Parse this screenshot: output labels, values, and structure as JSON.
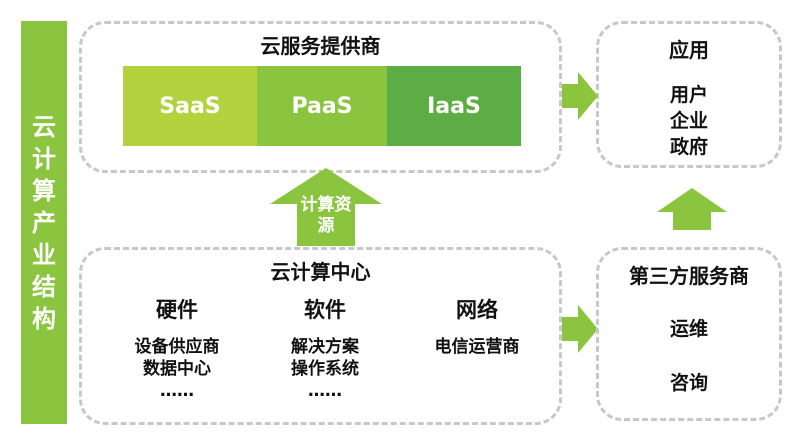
{
  "sidebar": {
    "label": "云计算产业结构"
  },
  "cloud_provider": {
    "title": "云服务提供商",
    "tiers": [
      {
        "label": "SaaS",
        "color": "#b2d23e"
      },
      {
        "label": "PaaS",
        "color": "#8bc53f"
      },
      {
        "label": "IaaS",
        "color": "#5cae44"
      }
    ]
  },
  "application": {
    "title": "应用",
    "items": [
      "用户",
      "企业",
      "政府"
    ]
  },
  "compute_resource_arrow": {
    "label": "计算资源"
  },
  "datacenter": {
    "title": "云计算中心",
    "columns": [
      {
        "heading": "硬件",
        "items": [
          "设备供应商",
          "数据中心",
          "……"
        ]
      },
      {
        "heading": "软件",
        "items": [
          "解决方案",
          "操作系统",
          "……"
        ]
      },
      {
        "heading": "网络",
        "items": [
          "电信运营商"
        ]
      }
    ]
  },
  "third_party": {
    "title": "第三方服务商",
    "items": [
      "运维",
      "咨询"
    ]
  },
  "colors": {
    "accent": "#8bc53f",
    "border": "#c8c8c8"
  }
}
